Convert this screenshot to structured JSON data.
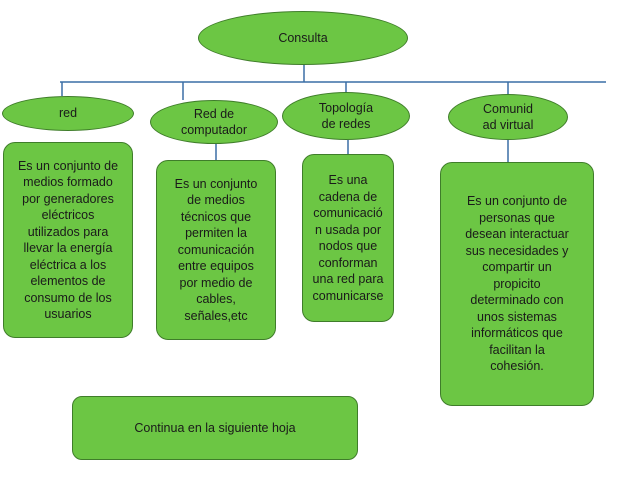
{
  "colors": {
    "node_fill": "#6cc644",
    "node_border": "#3f7d2a",
    "connector": "#3a6ea5",
    "text": "#1a1a1a"
  },
  "root": {
    "label": "Consulta"
  },
  "branches": [
    {
      "title": "red",
      "description": "Es un conjunto de\nmedios formado\npor generadores\neléctricos\nutilizados para\nllevar la energía\neléctrica a los\nelementos de\nconsumo de los\nusuarios"
    },
    {
      "title": "Red de\ncomputador",
      "description": "Es un conjunto\nde medios\ntécnicos que\npermiten la\ncomunicación\nentre equipos\npor medio de\ncables,\nseñales,etc"
    },
    {
      "title": "Topología\nde redes",
      "description": "Es una\ncadena de\ncomunicació\nn usada por\nnodos que\nconforman\nuna red para\ncomunicarse"
    },
    {
      "title": "Comunid\nad virtual",
      "description": "Es un conjunto de\npersonas que\ndesean interactuar\nsus necesidades y\ncompartir un\npropicito\ndeterminado con\nunos sistemas\ninformáticos que\nfacilitan la\ncohesión."
    }
  ],
  "footer": {
    "label": "Continua en la siguiente hoja"
  }
}
